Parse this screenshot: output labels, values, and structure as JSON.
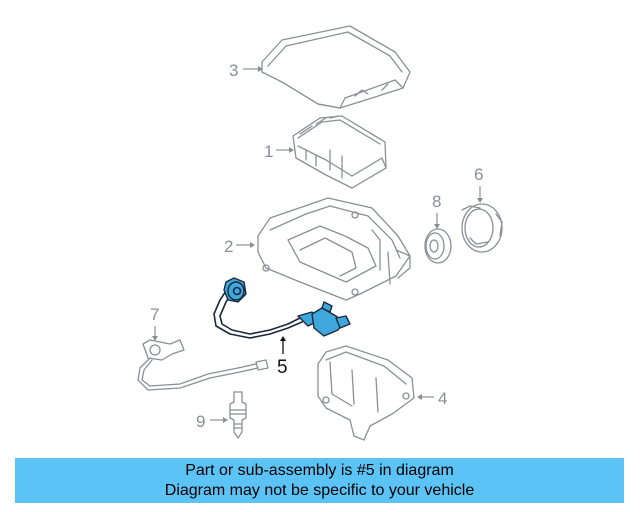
{
  "callouts": {
    "part_1": "1",
    "part_2": "2",
    "part_3": "3",
    "part_4": "4",
    "part_5": "5",
    "part_6": "6",
    "part_7": "7",
    "part_8": "8",
    "part_9": "9"
  },
  "highlight_color": "#3fa7dc",
  "banner": {
    "line1": "Part or sub-assembly is #5 in diagram",
    "line2": "Diagram may not be specific to your vehicle",
    "background": "#5bc3f5"
  }
}
